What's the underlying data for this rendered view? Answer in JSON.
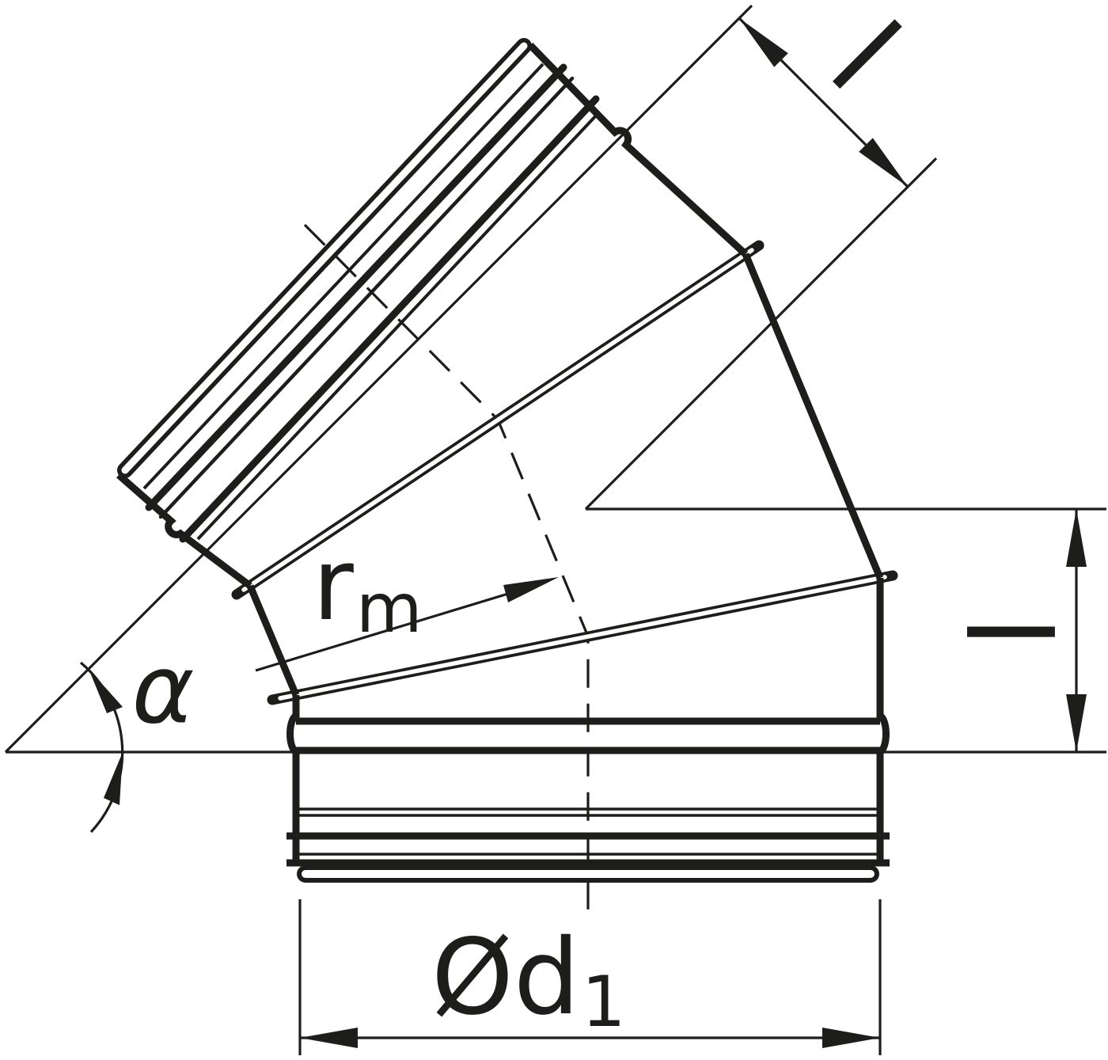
{
  "meta": {
    "kind": "technical-drawing",
    "subject": "45-degree segmented round duct bend with safe connector ends",
    "background_color": "#ffffff",
    "line_color": "#1d1d1b"
  },
  "labels": {
    "angle": "α",
    "radius_main": "r",
    "radius_sub": "m",
    "length_top": "l",
    "length_side": "l",
    "diameter_main": "Ød",
    "diameter_sub": "1"
  }
}
